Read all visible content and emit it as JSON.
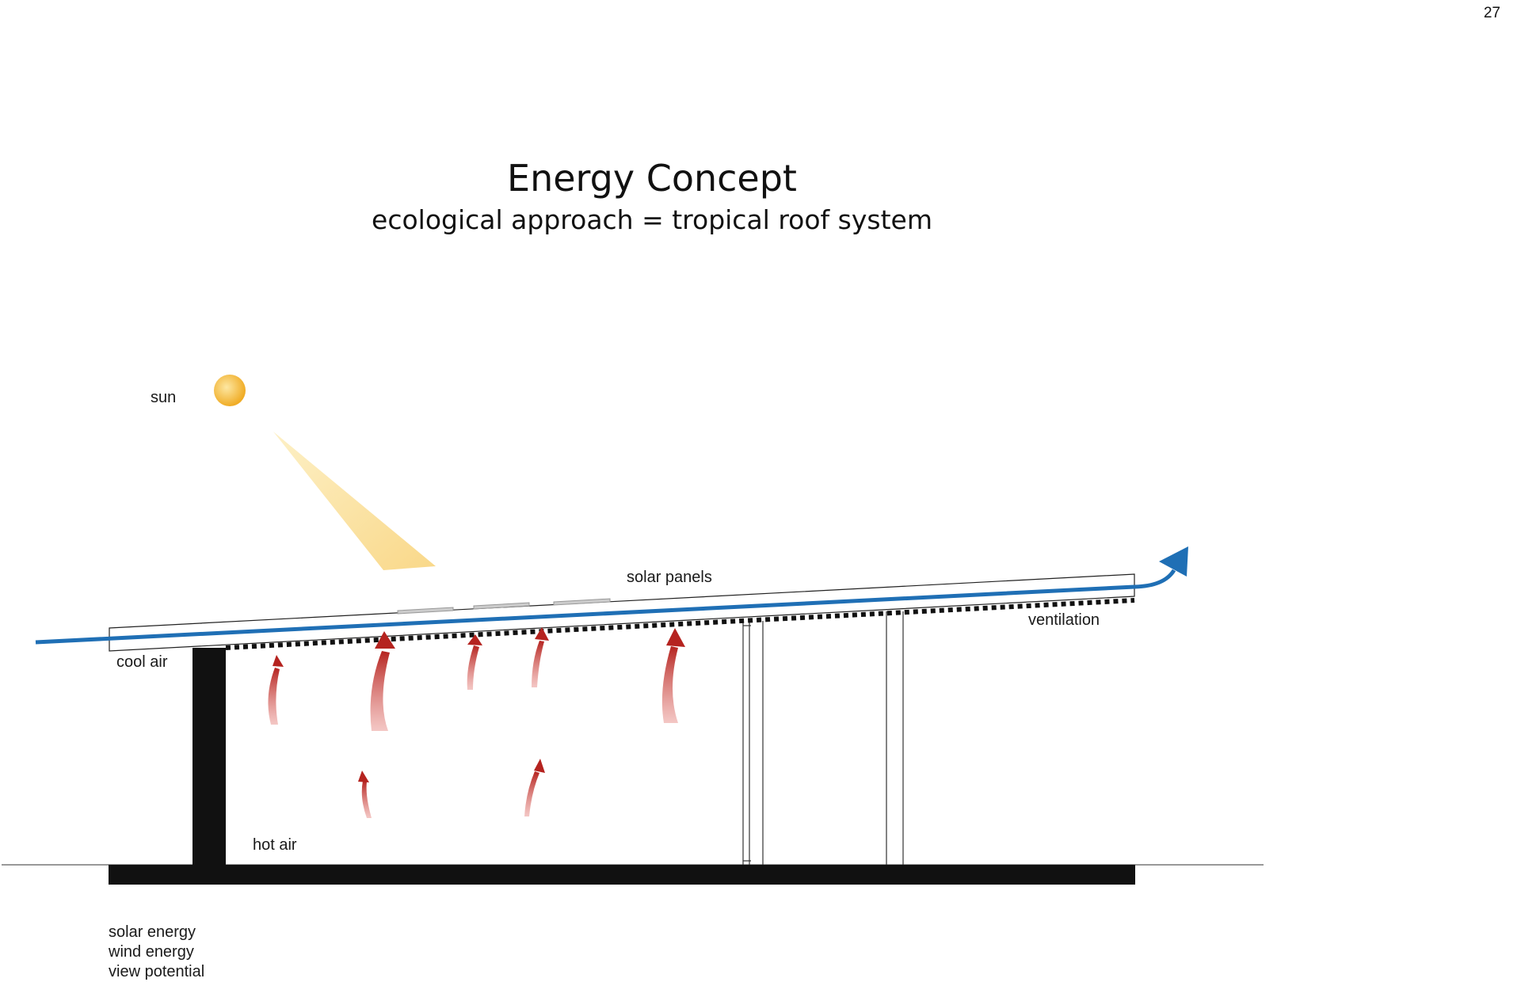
{
  "page_number": "27",
  "title": "Energy Concept",
  "subtitle": "ecological approach = tropical roof system",
  "labels": {
    "sun": "sun",
    "solar_panels": "solar panels",
    "ventilation": "ventilation",
    "cool_air": "cool air",
    "hot_air": "hot air"
  },
  "footer_items": [
    "solar energy",
    "wind energy",
    "view potential"
  ],
  "colors": {
    "airflow": "#1f6fb5",
    "hot_air_arrow": "#b5231f",
    "sun_core": "#f3b530",
    "sun_ray": "#fbe2a0",
    "structure": "#111111"
  }
}
